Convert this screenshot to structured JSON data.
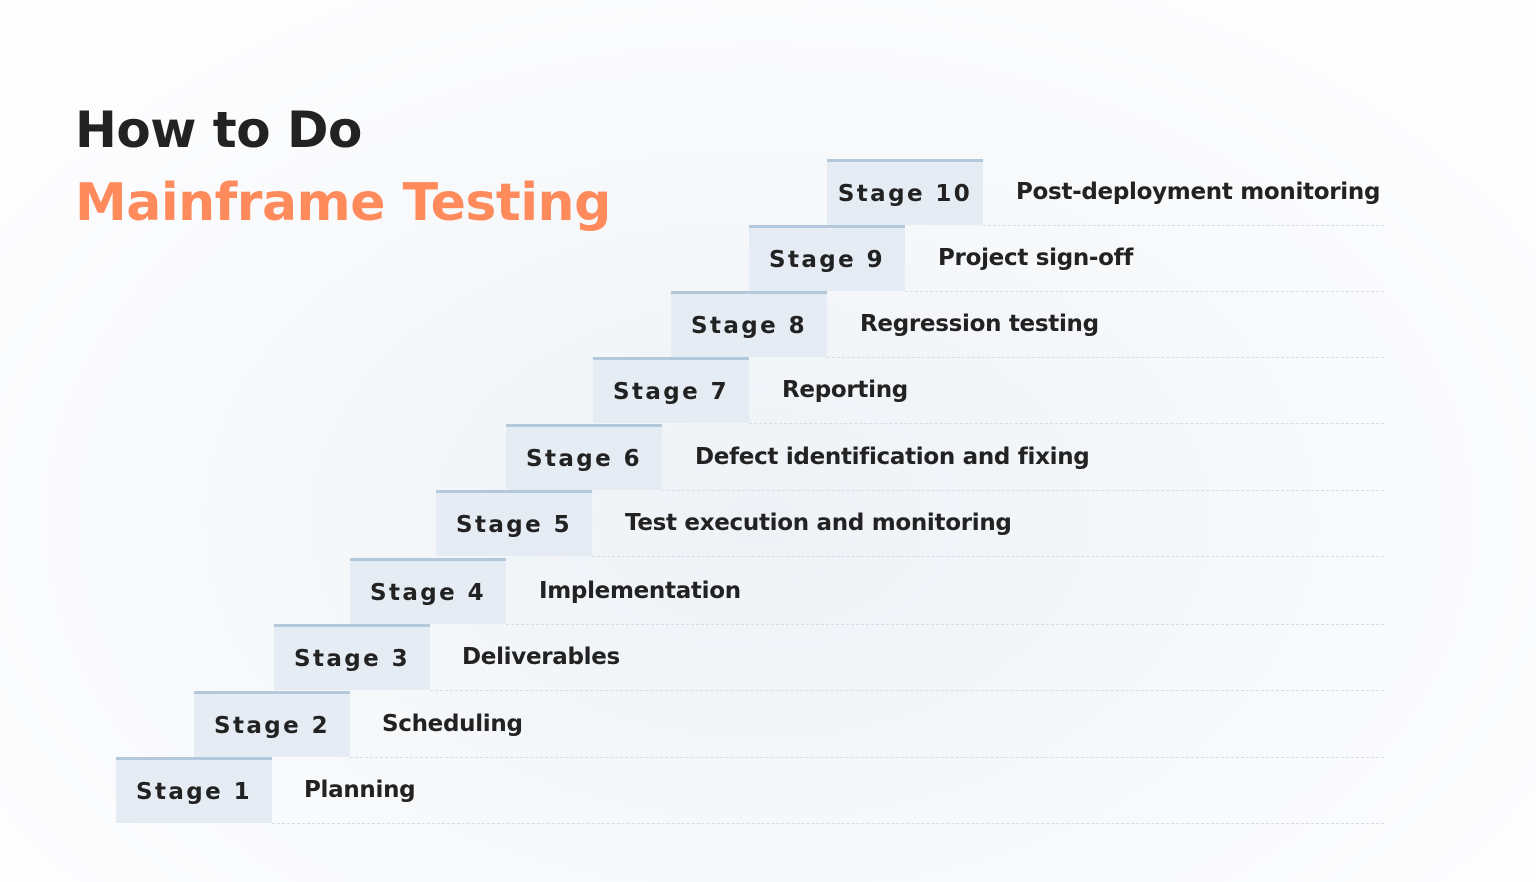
{
  "title": {
    "line1": "How to Do",
    "line2": "Mainframe Testing",
    "accent_color": "#ff8a5c"
  },
  "colors": {
    "stage_box_fill": "#e5ecf3",
    "stage_box_top_border": "#b3c9db",
    "divider": "#d6dde4",
    "text": "#222222"
  },
  "stages": [
    {
      "label": "Stage 1",
      "description": "Planning"
    },
    {
      "label": "Stage 2",
      "description": "Scheduling"
    },
    {
      "label": "Stage 3",
      "description": "Deliverables"
    },
    {
      "label": "Stage 4",
      "description": "Implementation"
    },
    {
      "label": "Stage 5",
      "description": "Test execution and monitoring"
    },
    {
      "label": "Stage 6",
      "description": "Defect identification and fixing"
    },
    {
      "label": "Stage 7",
      "description": "Reporting"
    },
    {
      "label": "Stage 8",
      "description": "Regression testing"
    },
    {
      "label": "Stage 9",
      "description": "Project sign-off"
    },
    {
      "label": "Stage 10",
      "description": "Post-deployment monitoring"
    }
  ]
}
